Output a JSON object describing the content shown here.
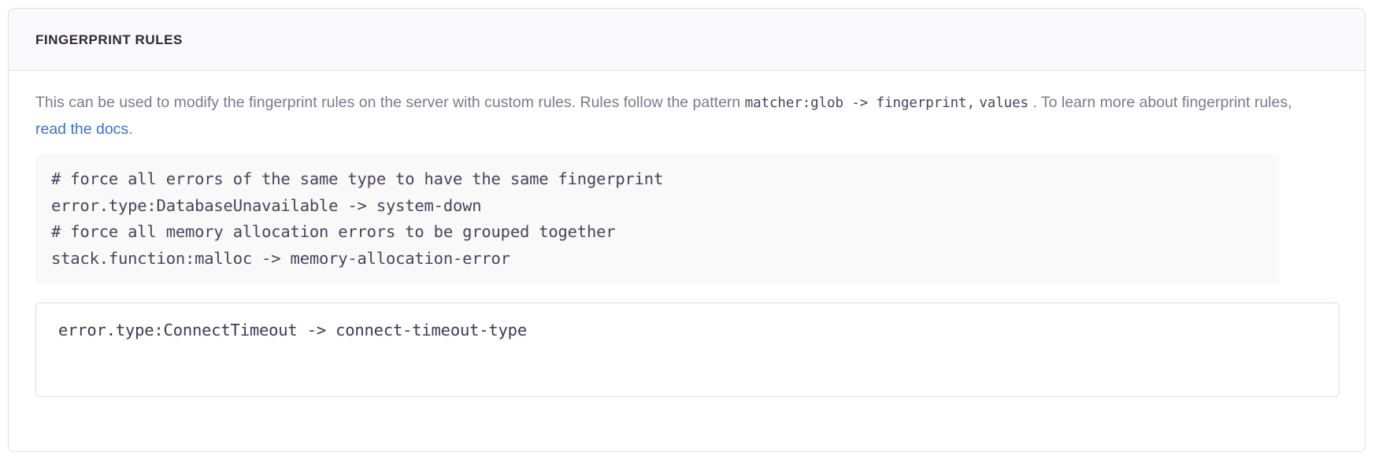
{
  "panel": {
    "title": "Fingerprint Rules",
    "description": {
      "part1": "This can be used to modify the fingerprint rules on the server with custom rules. Rules follow the pattern ",
      "code1": "matcher:glob -> fingerprint,",
      "code2": "values",
      "part2": " . To learn more about fingerprint rules, ",
      "link_text": "read the docs",
      "part3": "."
    },
    "example_code": "# force all errors of the same type to have the same fingerprint\nerror.type:DatabaseUnavailable -> system-down\n# force all memory allocation errors to be grouped together\nstack.function:malloc -> memory-allocation-error",
    "editor": {
      "value": "error.type:ConnectTimeout -> connect-timeout-type",
      "placeholder": "error.type:ConnectTimeout -> connect-timeout-type"
    }
  },
  "colors": {
    "link": "#3d6ed1",
    "panel_border": "#e0dfe6",
    "header_bg": "#faf9fb",
    "code_bg": "#f9f9fa",
    "title_text": "#2f2936",
    "body_text": "#7d7a8c"
  }
}
